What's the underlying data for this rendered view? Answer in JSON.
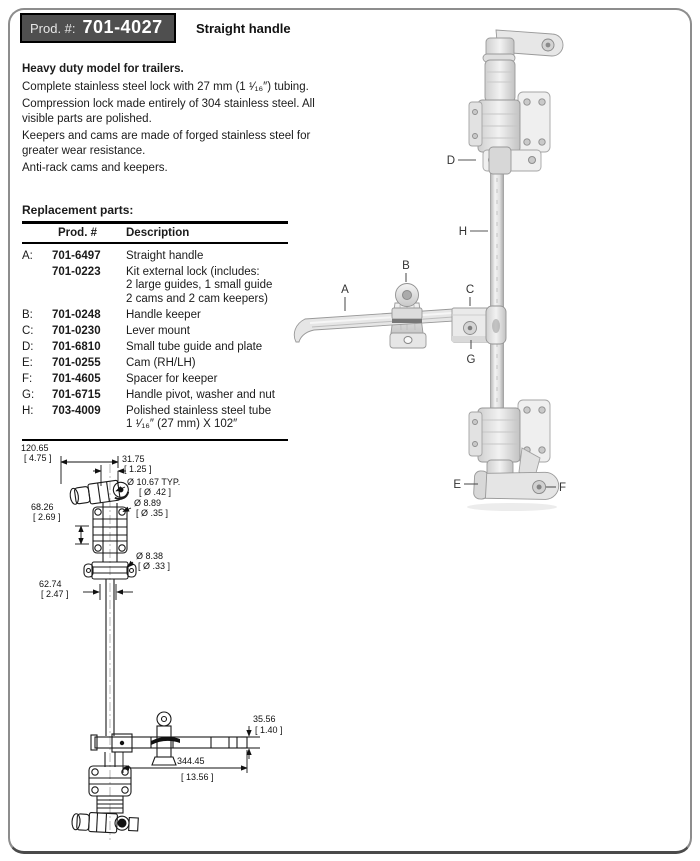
{
  "colors": {
    "header_box_bg": "#4f4f4f",
    "header_box_border": "#000000",
    "page_border": "#8d8d8d",
    "text": "#1b1b1b",
    "line_art": "#1a1a1a",
    "metal_light": "#efefef",
    "metal_shadow": "#a8a8a8"
  },
  "header": {
    "prod_label": "Prod. #:",
    "prod_number": "701-4027",
    "subtitle": "Straight handle"
  },
  "description": {
    "lead": "Heavy duty model for trailers.",
    "paragraphs": [
      "Complete stainless steel lock with 27 mm (1 ¹⁄₁₆″) tubing.",
      "Compression lock made entirely of 304 stainless steel. All visible parts are polished.",
      "Keepers and cams are made of forged stainless steel for greater wear resistance.",
      "Anti-rack cams and keepers."
    ]
  },
  "table": {
    "title": "Replacement parts:",
    "col_prod": "Prod. #",
    "col_desc": "Description",
    "rows": [
      {
        "letter": "A:",
        "prod": "701-6497",
        "desc": [
          "Straight handle"
        ]
      },
      {
        "letter": "",
        "prod": "701-0223",
        "desc": [
          "Kit external lock (includes:",
          "2 large guides, 1 small guide",
          "2 cams and 2 cam keepers)"
        ]
      },
      {
        "letter": "B:",
        "prod": "701-0248",
        "desc": [
          "Handle keeper"
        ]
      },
      {
        "letter": "C:",
        "prod": "701-0230",
        "desc": [
          "Lever mount"
        ]
      },
      {
        "letter": "D:",
        "prod": "701-6810",
        "desc": [
          "Small tube guide and plate"
        ]
      },
      {
        "letter": "E:",
        "prod": "701-0255",
        "desc": [
          "Cam (RH/LH)"
        ]
      },
      {
        "letter": "F:",
        "prod": "701-4605",
        "desc": [
          "Spacer for keeper"
        ]
      },
      {
        "letter": "G:",
        "prod": "701-6715",
        "desc": [
          "Handle pivot, washer and nut"
        ]
      },
      {
        "letter": "H:",
        "prod": "703-4009",
        "desc": [
          "Polished stainless steel tube",
          "1 ¹⁄₁₆″ (27 mm) X 102″"
        ]
      }
    ]
  },
  "illustration": {
    "labels": [
      "A",
      "B",
      "C",
      "D",
      "E",
      "F",
      "G",
      "H"
    ]
  },
  "drawing": {
    "dims": [
      {
        "mm": "120.65",
        "in": "[ 4.75 ]"
      },
      {
        "mm": "31.75",
        "in": "[ 1.25 ]"
      },
      {
        "mm": "Ø 10.67 TYP.",
        "in": "[ Ø .42 ]"
      },
      {
        "mm": "68.26",
        "in": "[ 2.69 ]"
      },
      {
        "mm": "Ø 8.89",
        "in": "[ Ø .35 ]"
      },
      {
        "mm": "Ø 8.38",
        "in": "[ Ø .33 ]"
      },
      {
        "mm": "62.74",
        "in": "[ 2.47 ]"
      },
      {
        "mm": "35.56",
        "in": "[ 1.40 ]"
      },
      {
        "mm": "344.45",
        "in": "[ 13.56 ]"
      }
    ]
  }
}
